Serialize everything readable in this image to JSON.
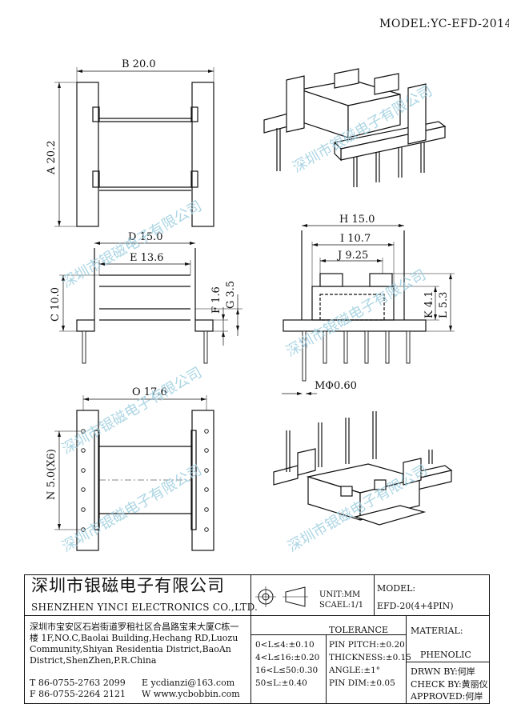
{
  "model_header": "MODEL:YC-EFD-2014",
  "watermark": "深圳市银磁电子有限公司",
  "dimensions": {
    "B": "B 20.0",
    "A": "A 20.2",
    "D": "D 15.0",
    "E": "E 13.6",
    "C": "C 10.0",
    "F": "F 1.6",
    "G": "G 3.5",
    "H": "H 15.0",
    "I": "I 10.7",
    "J": "J 9.25",
    "K": "K 4.1",
    "L": "L 5.3",
    "M": "MΦ0.60",
    "O": "O 17.6",
    "N": "N 5.0(X6)"
  },
  "title_block": {
    "company_cn": "深圳市银磁电子有限公司",
    "company_en": "SHENZHEN YINCI ELECTRONICS CO.,LTD.",
    "address": "深圳市宝安区石岩街道罗租社区合昌路宝来大厦C栋一楼 1F,NO.C,Baolai Building,Hechang RD,Luozu Community,Shiyan Residentia District,BaoAn District,ShenZhen,P.R.China",
    "tel": "T 86-0755-2763 2099",
    "fax": "F 86-0755-2264 2121",
    "email": "E ycdianzi@163.com",
    "web": "W www.ycbobbin.com",
    "unit": "UNIT:MM",
    "scale": "SCAEL:1/1",
    "model_label": "MODEL:",
    "model_value": "EFD-20(4+4PIN)",
    "tolerance_head": "TOLERANCE",
    "tolerances": [
      "0<L≤4:±0.10",
      "4<L≤16:±0.20",
      "16<L≤50:0.30",
      "50≤L:±0.40"
    ],
    "pin_tolerances": [
      "PIN PITCH:±0.20",
      "THICKNESS:±0.15",
      "ANGLE:±1°",
      "PIN DIM:±0.05"
    ],
    "material_label": "MATERIAL:",
    "material_value": "PHENOLIC",
    "drawn": "DRWN BY:何岸",
    "check": "CHECK BY:黄丽仪",
    "approved": "APPROVED:何岸"
  }
}
